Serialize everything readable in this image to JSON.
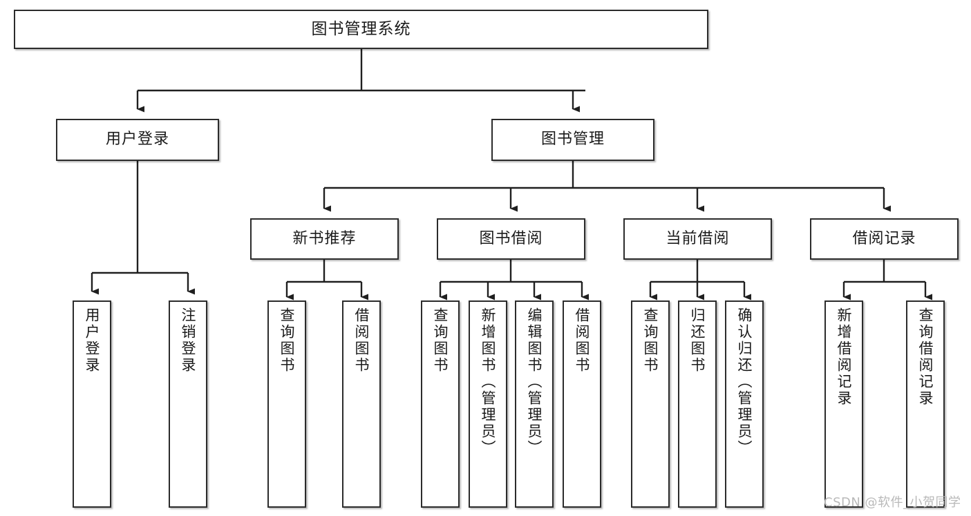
{
  "diagram": {
    "title": "图书管理系统",
    "type": "tree",
    "watermark": "CSDN @软件_小贺同学",
    "colors": {
      "box_border": "#2b2b2b",
      "box_fill": "#ffffff",
      "edge": "#1f1f1f",
      "background": "#ffffff",
      "watermark": "#b9b9b9"
    },
    "nodes": {
      "root": {
        "label": "图书管理系统"
      },
      "level2": [
        {
          "label": "用户登录"
        },
        {
          "label": "图书管理"
        }
      ],
      "level3": [
        {
          "label": "新书推荐"
        },
        {
          "label": "图书借阅"
        },
        {
          "label": "当前借阅"
        },
        {
          "label": "借阅记录"
        }
      ],
      "leaves": {
        "user_login": [
          {
            "label": "用户登录"
          },
          {
            "label": "注销登录"
          }
        ],
        "new_book_recommend": [
          {
            "label": "查询图书"
          },
          {
            "label": "借阅图书"
          }
        ],
        "book_borrow": [
          {
            "label": "查询图书"
          },
          {
            "label": "新增图书（管理员）"
          },
          {
            "label": "编辑图书（管理员）"
          },
          {
            "label": "借阅图书"
          }
        ],
        "current_borrow": [
          {
            "label": "查询图书"
          },
          {
            "label": "归还图书"
          },
          {
            "label": "确认归还（管理员）"
          }
        ],
        "borrow_record": [
          {
            "label": "新增借阅记录"
          },
          {
            "label": "查询借阅记录"
          }
        ]
      }
    }
  }
}
